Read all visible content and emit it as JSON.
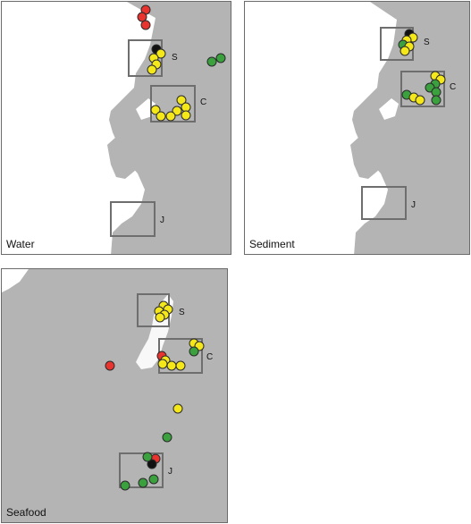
{
  "colors": {
    "sea": "#b4b4b4",
    "land": "#ffffff",
    "red": "#e8332e",
    "yellow": "#f4e81b",
    "green": "#3aa13e",
    "black": "#111111"
  },
  "box_labels": {
    "s": "S",
    "c": "C",
    "j": "J"
  },
  "panels": [
    {
      "id": "water",
      "label": "Water",
      "boxes": [
        "s",
        "c",
        "j"
      ]
    },
    {
      "id": "sediment",
      "label": "Sediment",
      "boxes": [
        "s",
        "c",
        "j"
      ]
    },
    {
      "id": "seafood",
      "label": "Seafood",
      "boxes": [
        "s",
        "c",
        "j"
      ]
    }
  ]
}
